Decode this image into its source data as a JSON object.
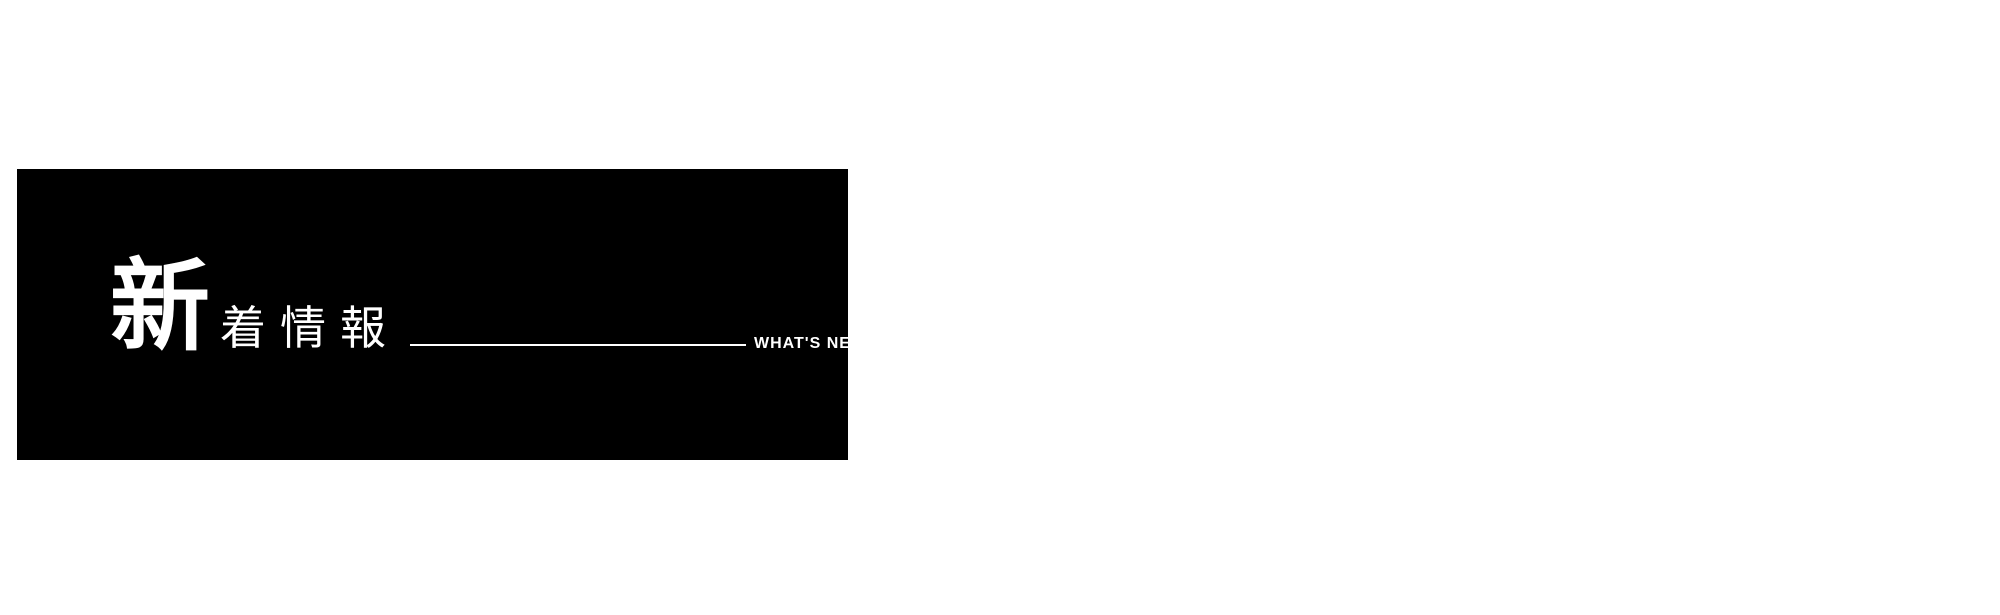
{
  "page": {
    "background": "#ffffff"
  },
  "banner": {
    "background": "#000000",
    "text_color": "#ffffff",
    "title_ja_emphasis": "新",
    "title_ja_rest": "着情報",
    "divider_style": "thin-horizontal-white-line",
    "subtitle_en": "WHAT'S NEW"
  }
}
